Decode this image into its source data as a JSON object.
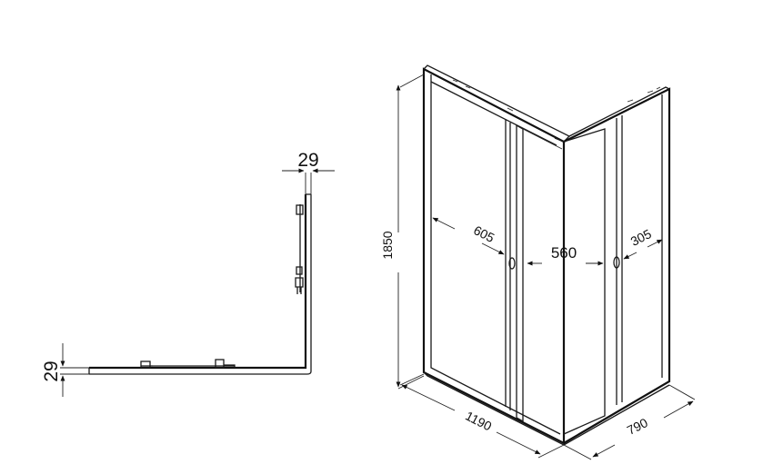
{
  "plan": {
    "top_width": "29",
    "side_width": "29"
  },
  "elevation": {
    "height": "1850",
    "left_door": "605",
    "entry": "560",
    "right_door": "305",
    "base_long": "1190",
    "base_short": "790"
  }
}
